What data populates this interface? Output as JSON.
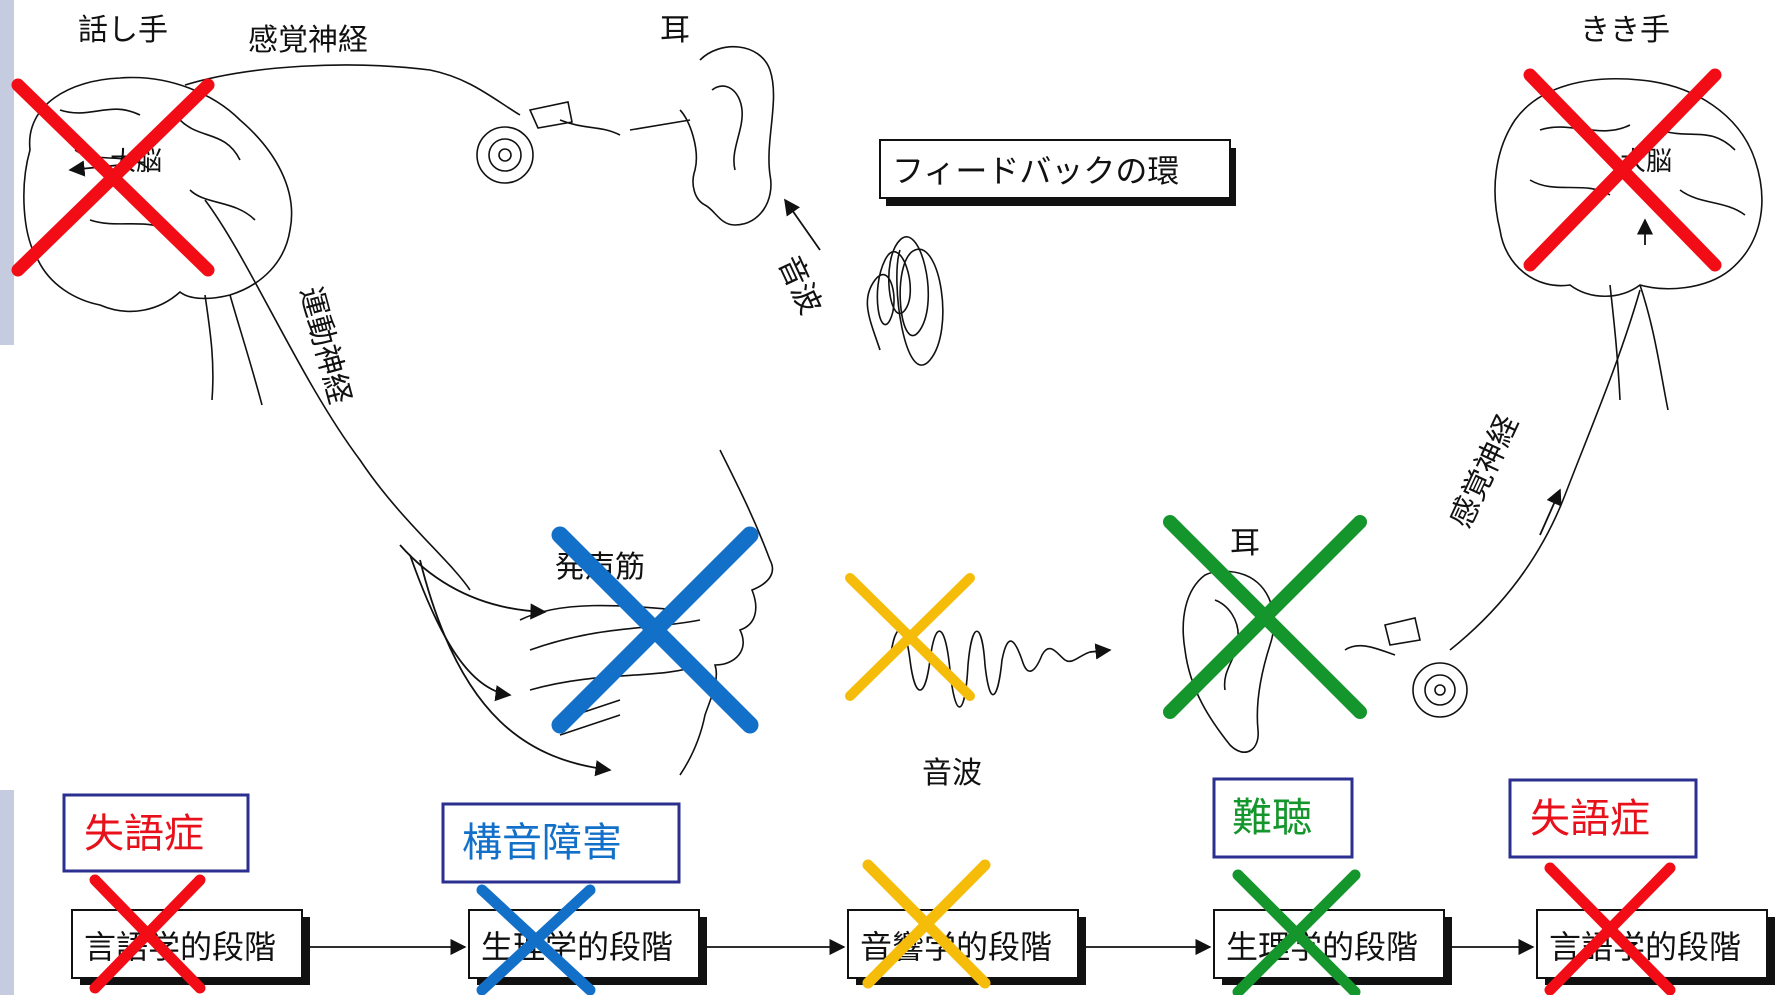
{
  "labels": {
    "speaker": "話し手",
    "listener": "きき手",
    "sensory_nerve_top": "感覚神経",
    "ear_top": "耳",
    "feedback_loop": "フィードバックの環",
    "sound_wave_vertical": "音波",
    "motor_nerve": "運動神経",
    "vocal_muscles": "発声筋",
    "ear_right": "耳",
    "sound_wave_bottom": "音波",
    "sensory_nerve_right": "感覚神経",
    "brain_left": "大脳",
    "brain_right": "大脳"
  },
  "stages": [
    {
      "label": "言語学的段階"
    },
    {
      "label": "生理学的段階"
    },
    {
      "label": "音響学的段階"
    },
    {
      "label": "生理学的段階"
    },
    {
      "label": "言語学的段階"
    }
  ],
  "disorders": [
    {
      "label": "失語症",
      "color": "#e8101a"
    },
    {
      "label": "構音障害",
      "color": "#1370c8"
    },
    {
      "label": "難聴",
      "color": "#14962c"
    },
    {
      "label": "失語症",
      "color": "#e8101a"
    }
  ],
  "cross_colors": {
    "red": "#f20d16",
    "blue": "#1370c8",
    "yellow": "#f5bd0a",
    "green": "#14962c"
  }
}
